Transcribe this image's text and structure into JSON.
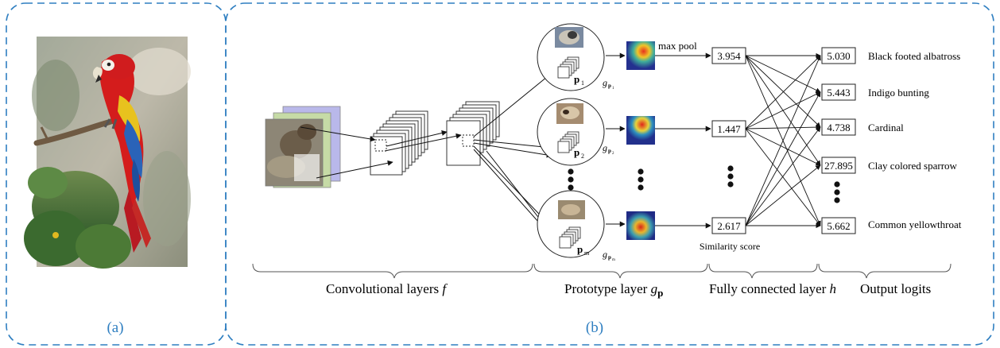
{
  "panels": {
    "a_label": "(a)",
    "b_label": "(b)"
  },
  "colors": {
    "border": "#2f7fc1",
    "panel_label": "#2f7fc1",
    "ink": "#111111",
    "input_back_purple": "#b9b8ea",
    "input_mid_green": "#c6dba6"
  },
  "labels": {
    "max_pool": "max pool",
    "similarity_score": "Similarity score",
    "prototype_p1": "p",
    "sub_1": "1",
    "sub_2": "2",
    "sub_m": "m",
    "g": "g",
    "g_sub_p": "p"
  },
  "similarity_scores": [
    "3.954",
    "1.447",
    "2.617"
  ],
  "outputs": [
    {
      "value": "5.030",
      "class": "Black footed albatross"
    },
    {
      "value": "5.443",
      "class": "Indigo bunting"
    },
    {
      "value": "4.738",
      "class": "Cardinal"
    },
    {
      "value": "27.895",
      "class": "Clay colored sparrow"
    },
    {
      "value": "5.662",
      "class": "Common yellowthroat"
    }
  ],
  "sections": {
    "conv": "Convolutional layers",
    "conv_var": "f",
    "proto": "Prototype layer",
    "proto_var": "g",
    "proto_sub": "p",
    "fc": "Fully connected layer",
    "fc_var": "h",
    "logits": "Output logits"
  }
}
